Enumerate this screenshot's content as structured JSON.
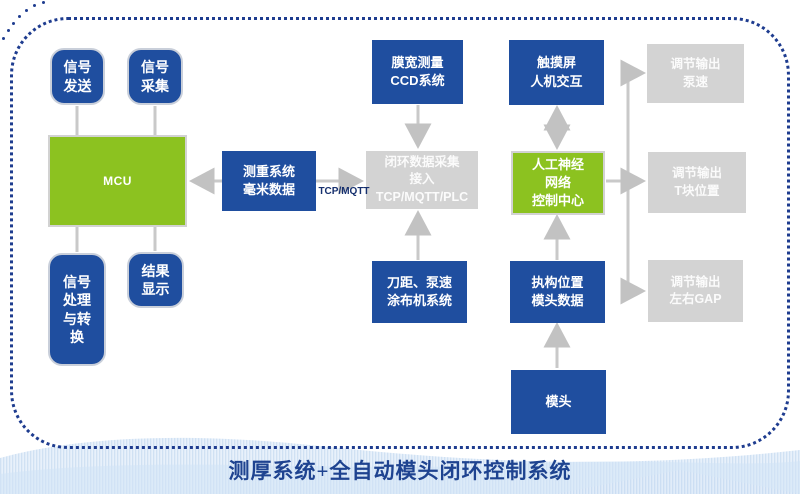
{
  "title": "测厚系统+全自动模头闭环控制系统",
  "edge_label": "TCP/MQTT",
  "colors": {
    "box_blue": "#1f4e9f",
    "box_green": "#8cc220",
    "box_gray": "#d3d3d3",
    "connector": "#c9c9c9",
    "frame_dots": "#1e3c8f",
    "title_text": "#1e4390"
  },
  "nodes": {
    "signal_send": {
      "label": "信号\n发送"
    },
    "signal_collect": {
      "label": "信号\n采集"
    },
    "mcu": {
      "label": "MCU"
    },
    "signal_process": {
      "label": "信号\n处理\n与转\n换"
    },
    "result_display": {
      "label": "结果\n显示"
    },
    "weigh_system": {
      "label": "测重系统\n毫米数据"
    },
    "film_ccd": {
      "label": "膜宽测量\nCCD系统"
    },
    "closed_loop": {
      "label": "闭环数据采集\n接入\nTCP/MQTT/PLC"
    },
    "knife_pump": {
      "label": "刀距、泵速\n涂布机系统"
    },
    "touch_screen": {
      "label": "触摸屏\n人机交互"
    },
    "ann_center": {
      "label": "人工神经\n网络\n控制中心"
    },
    "actuator_pos": {
      "label": "执构位置\n模头数据"
    },
    "die_head": {
      "label": "模头"
    },
    "out_pump": {
      "label": "调节输出\n泵速"
    },
    "out_tblock": {
      "label": "调节输出\nT块位置"
    },
    "out_gap": {
      "label": "调节输出\n左右GAP"
    }
  }
}
